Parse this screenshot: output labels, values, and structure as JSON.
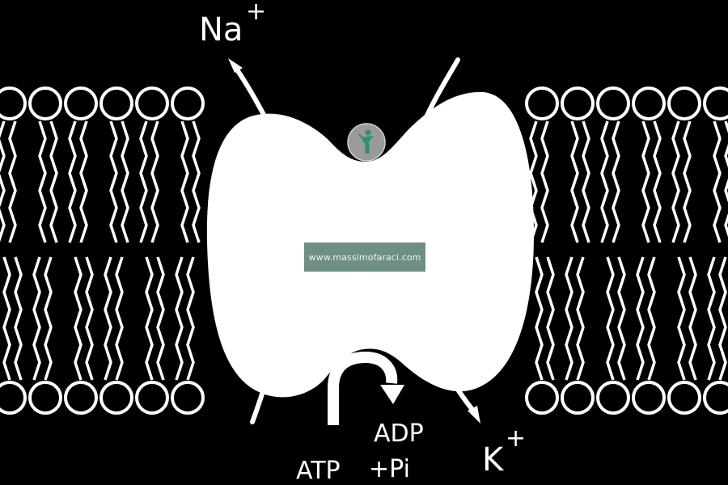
{
  "diagram": {
    "colors": {
      "background": "#000000",
      "foreground": "#ffffff",
      "watermark_bg": "#6f8f86",
      "logo_bg": "#9a9a9a",
      "logo_accent": "#2f8f6f"
    },
    "labels": {
      "na_ion": "Na",
      "na_charge": "+",
      "k_ion": "K",
      "k_charge": "+",
      "adp": "ADP",
      "pi": "+Pi",
      "atp": "ATP"
    },
    "watermark": {
      "text": "www.massimofaraci.com"
    },
    "icons": {
      "logo": "person-logo-icon"
    }
  }
}
